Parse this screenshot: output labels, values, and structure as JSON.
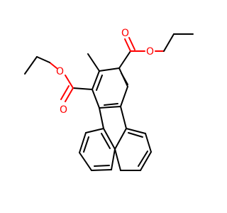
{
  "molecule": {
    "atom_color": "#ff0000",
    "bond_color": "#000000",
    "labels": {
      "o_top_carbonyl": "O",
      "o_top_ester": "O",
      "o_left_carbonyl": "O",
      "o_left_ester": "O"
    }
  }
}
